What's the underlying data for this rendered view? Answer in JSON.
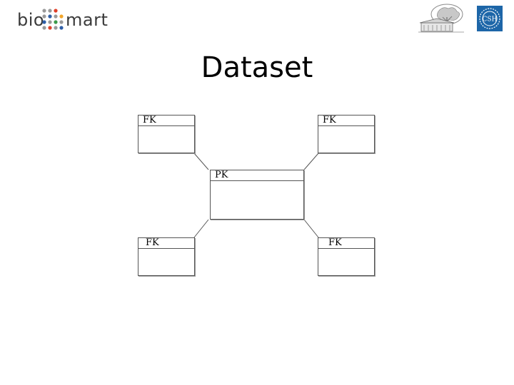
{
  "header": {
    "logo_left": {
      "part1": "bio",
      "part2": "mart",
      "icon": "dot-grid-logo-icon"
    },
    "logo_right_1": {
      "icon": "institute-building-logo-icon"
    },
    "logo_right_2": {
      "text": "CSH",
      "icon": "csh-seal-logo-icon"
    }
  },
  "slide": {
    "title": "Dataset"
  },
  "diagram": {
    "center_table": {
      "key_label": "PK"
    },
    "tables": [
      {
        "key_label": "FK"
      },
      {
        "key_label": "FK"
      },
      {
        "key_label": "FK"
      },
      {
        "key_label": "FK"
      }
    ]
  }
}
